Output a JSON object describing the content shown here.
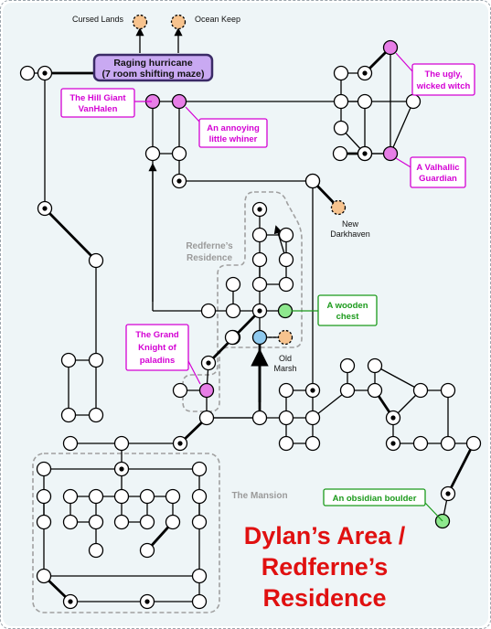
{
  "title_lines": [
    "Dylan’s Area /",
    "Redferne’s",
    "Residence"
  ],
  "colors": {
    "title": "#e01010",
    "mob": "#d400d4",
    "mob_fill": "#e77ee7",
    "item": "#1b9a1b",
    "item_fill": "#8ee88e",
    "hub_fill": "#c9a9f2",
    "hub_border": "#3a2a66",
    "exit_fill": "#f7c38e",
    "start_fill": "#8ec9ee",
    "zone_label": "#9a9a9a"
  },
  "hub": {
    "line1": "Raging hurricane",
    "line2": "(7 room shifting maze)"
  },
  "exits": {
    "cursed_lands": "Cursed Lands",
    "ocean_keep": "Ocean Keep",
    "new_darkhaven_1": "New",
    "new_darkhaven_2": "Darkhaven",
    "old_marsh_1": "Old",
    "old_marsh_2": "Marsh"
  },
  "zones": {
    "redferne_1": "Redferne’s",
    "redferne_2": "Residence",
    "mansion": "The Mansion"
  },
  "mobs": {
    "hill_giant_1": "The Hill Giant",
    "hill_giant_2": "VanHalen",
    "whiner_1": "An annoying",
    "whiner_2": "little whiner",
    "ugly_witch_1": "The ugly,",
    "ugly_witch_2": "wicked witch",
    "guardian_1": "A Valhallic",
    "guardian_2": "Guardian",
    "grand_knight_1": "The Grand",
    "grand_knight_2": "Knight of",
    "grand_knight_3": "paladins"
  },
  "items": {
    "wooden_chest_1": "A wooden",
    "wooden_chest_2": "chest",
    "obsidian_boulder": "An obsidian boulder"
  }
}
